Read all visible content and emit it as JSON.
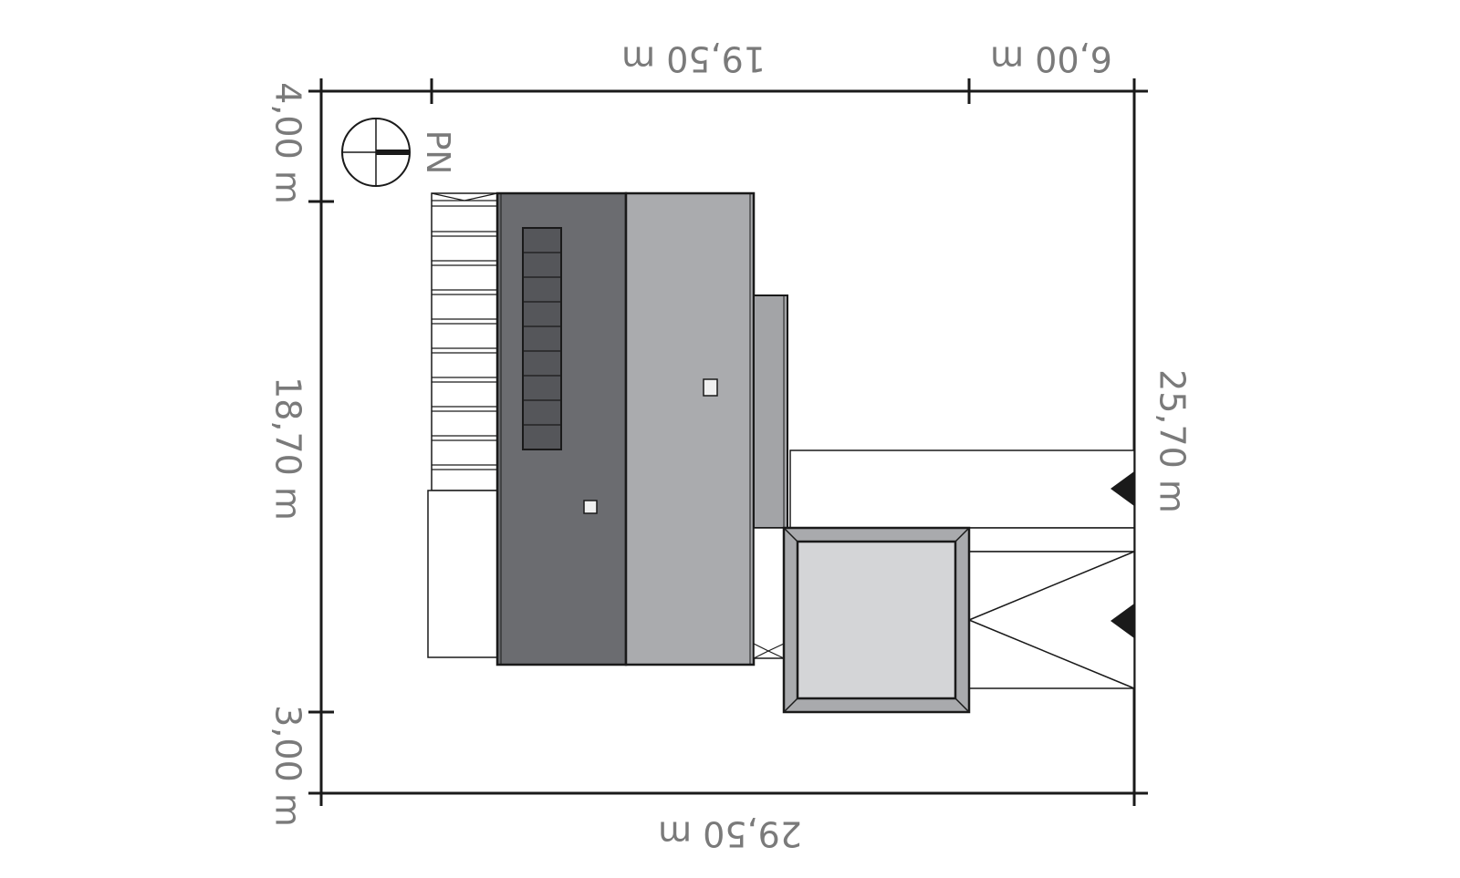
{
  "dimensions": {
    "top_left": "19,50 m",
    "top_right": "6,00 m",
    "bottom": "29,50 m",
    "left_top": "4,00 m",
    "left_middle": "18,70 m",
    "left_bottom": "3,00 m",
    "right": "25,70 m"
  },
  "compass": {
    "label": "PN"
  },
  "colors": {
    "roof_dark": "#6b6c70",
    "roof_light": "#aaabae",
    "roof_mid": "#a3a4a7",
    "garage_frame": "#a9aaad",
    "garage_roof": "#d4d5d7",
    "solar_panel": "#55565a",
    "dimension_text": "#7a7a7a",
    "line": "#1a1a1a"
  },
  "icons": [
    "north-arrow-icon",
    "entrance-triangle-icon"
  ]
}
